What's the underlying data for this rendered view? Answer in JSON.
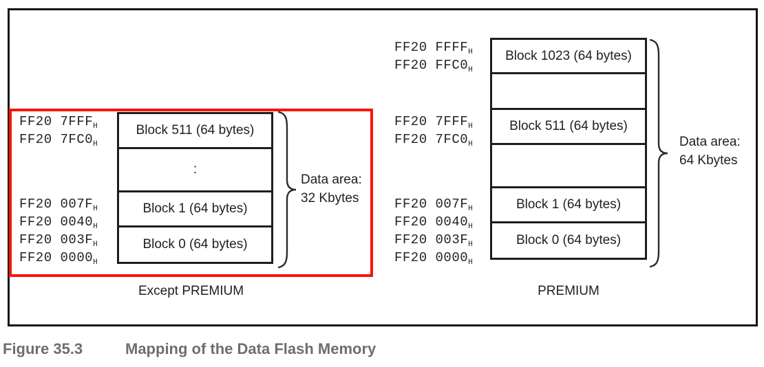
{
  "figure": {
    "label": "Figure 35.3",
    "title": "Mapping of the Data Flash Memory"
  },
  "colors": {
    "highlight_red": "#f71505",
    "caption_gray": "#6e6e6e",
    "line_black": "#1d1d1d"
  },
  "left_diagram": {
    "variant_label": "Except PREMIUM",
    "data_area_line1": "Data area:",
    "data_area_line2": "32 Kbytes",
    "rows": [
      {
        "label": "Block 511 (64 bytes)"
      },
      {
        "label": ":"
      },
      {
        "label": "Block 1 (64 bytes)"
      },
      {
        "label": "Block 0 (64 bytes)"
      }
    ],
    "addresses": [
      {
        "text": "FF20 7FFF",
        "sub": "H"
      },
      {
        "text": "FF20 7FC0",
        "sub": "H"
      },
      {
        "text": "FF20 007F",
        "sub": "H"
      },
      {
        "text": "FF20 0040",
        "sub": "H"
      },
      {
        "text": "FF20 003F",
        "sub": "H"
      },
      {
        "text": "FF20 0000",
        "sub": "H"
      }
    ]
  },
  "right_diagram": {
    "variant_label": "PREMIUM",
    "data_area_line1": "Data area:",
    "data_area_line2": "64 Kbytes",
    "rows": [
      {
        "label": "Block 1023 (64 bytes)"
      },
      {
        "label": ""
      },
      {
        "label": "Block 511 (64 bytes)"
      },
      {
        "label": ""
      },
      {
        "label": "Block 1 (64 bytes)"
      },
      {
        "label": "Block 0 (64 bytes)"
      }
    ],
    "addresses": [
      {
        "text": "FF20 FFFF",
        "sub": "H"
      },
      {
        "text": "FF20 FFC0",
        "sub": "H"
      },
      {
        "text": "FF20 7FFF",
        "sub": "H"
      },
      {
        "text": "FF20 7FC0",
        "sub": "H"
      },
      {
        "text": "FF20 007F",
        "sub": "H"
      },
      {
        "text": "FF20 0040",
        "sub": "H"
      },
      {
        "text": "FF20 003F",
        "sub": "H"
      },
      {
        "text": "FF20 0000",
        "sub": "H"
      }
    ]
  }
}
